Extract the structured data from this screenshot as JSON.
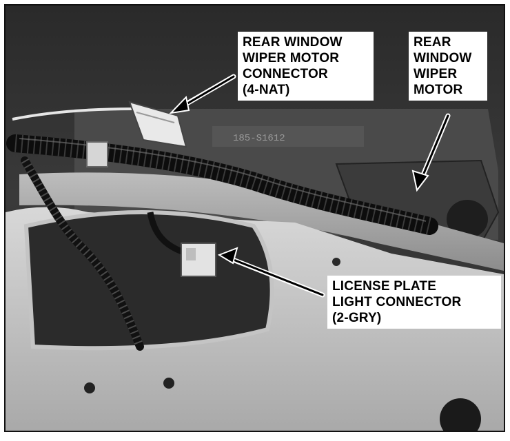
{
  "figure": {
    "callouts": [
      {
        "id": "wiper-connector",
        "lines": [
          "REAR WINDOW",
          "WIPER MOTOR",
          "CONNECTOR",
          "(4-NAT)"
        ]
      },
      {
        "id": "wiper-motor",
        "lines": [
          "REAR",
          "WINDOW",
          "WIPER",
          "MOTOR"
        ]
      },
      {
        "id": "license",
        "lines": [
          "LICENSE PLATE",
          "LIGHT CONNECTOR",
          "(2-GRY)"
        ]
      }
    ],
    "part_marking": "185-S1612"
  }
}
